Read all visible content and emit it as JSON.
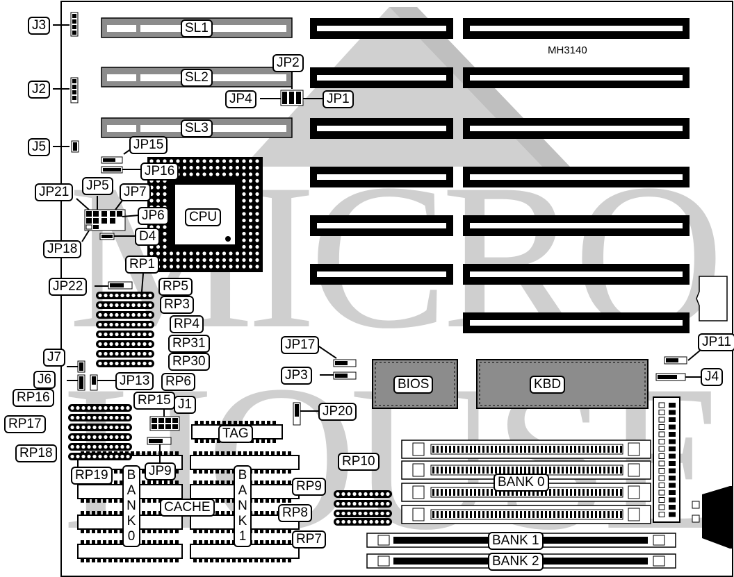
{
  "board_name": "MH3140",
  "watermark": "MICRO HOUSE",
  "slots": {
    "sl1": "SL1",
    "sl2": "SL2",
    "sl3": "SL3"
  },
  "chips": {
    "cpu": "CPU",
    "bios": "BIOS",
    "kbd": "KBD",
    "tag": "TAG",
    "cache": "CACHE"
  },
  "banks": {
    "bank0": "BANK 0",
    "bank1": "BANK 1",
    "bank2": "BANK 2",
    "cache_bank0": "BANK0",
    "cache_bank1": "BANK1"
  },
  "labels": {
    "j1": "J1",
    "j2": "J2",
    "j3": "J3",
    "j4": "J4",
    "j5": "J5",
    "j6": "J6",
    "j7": "J7",
    "jp1": "JP1",
    "jp2": "JP2",
    "jp3": "JP3",
    "jp4": "JP4",
    "jp5": "JP5",
    "jp6": "JP6",
    "jp7": "JP7",
    "jp9": "JP9",
    "jp11": "JP11",
    "jp13": "JP13",
    "jp15": "JP15",
    "jp16": "JP16",
    "jp17": "JP17",
    "jp18": "JP18",
    "jp20": "JP20",
    "jp21": "JP21",
    "jp22": "JP22",
    "d4": "D4",
    "rp1": "RP1",
    "rp3": "RP3",
    "rp4": "RP4",
    "rp5": "RP5",
    "rp6": "RP6",
    "rp7": "RP7",
    "rp8": "RP8",
    "rp9": "RP9",
    "rp10": "RP10",
    "rp15": "RP15",
    "rp16": "RP16",
    "rp17": "RP17",
    "rp18": "RP18",
    "rp19": "RP19",
    "rp30": "RP30",
    "rp31": "RP31"
  }
}
